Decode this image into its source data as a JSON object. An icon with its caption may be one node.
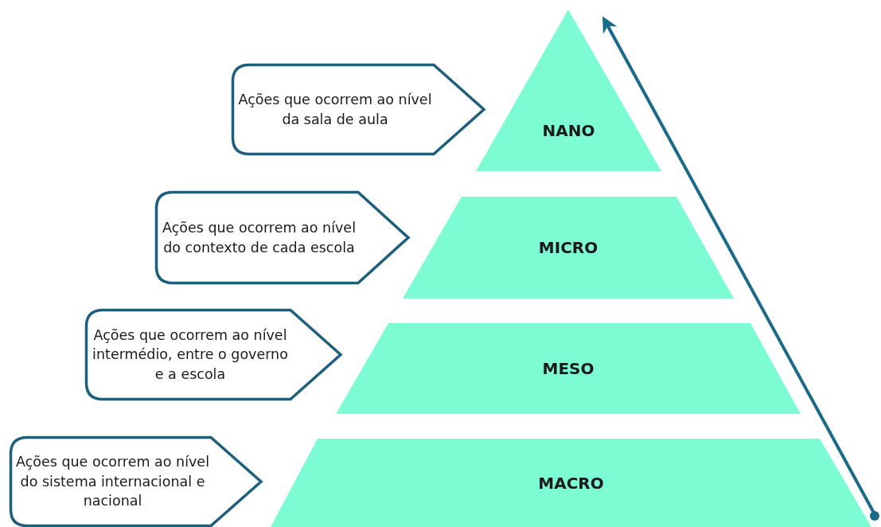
{
  "diagram": {
    "nodes": [
      {
        "text": [
          "Ações que ocorrem ao nível da sala de aula"
        ]
      },
      {
        "text": [
          "NANO"
        ]
      },
      {
        "text": [
          "Ações que ocorrem ao nível do contexto de cada escola"
        ]
      },
      {
        "text": [
          "MICRO"
        ]
      },
      {
        "text": [
          "Ações que ocorrem ao nível intermédio, entre o governo e a escola"
        ]
      },
      {
        "text": [
          "MESO"
        ]
      },
      {
        "text": [
          "Ações que ocorrem ao nível do sistema internacional e nacional"
        ]
      },
      {
        "text": [
          "MACRO"
        ]
      }
    ]
  }
}
